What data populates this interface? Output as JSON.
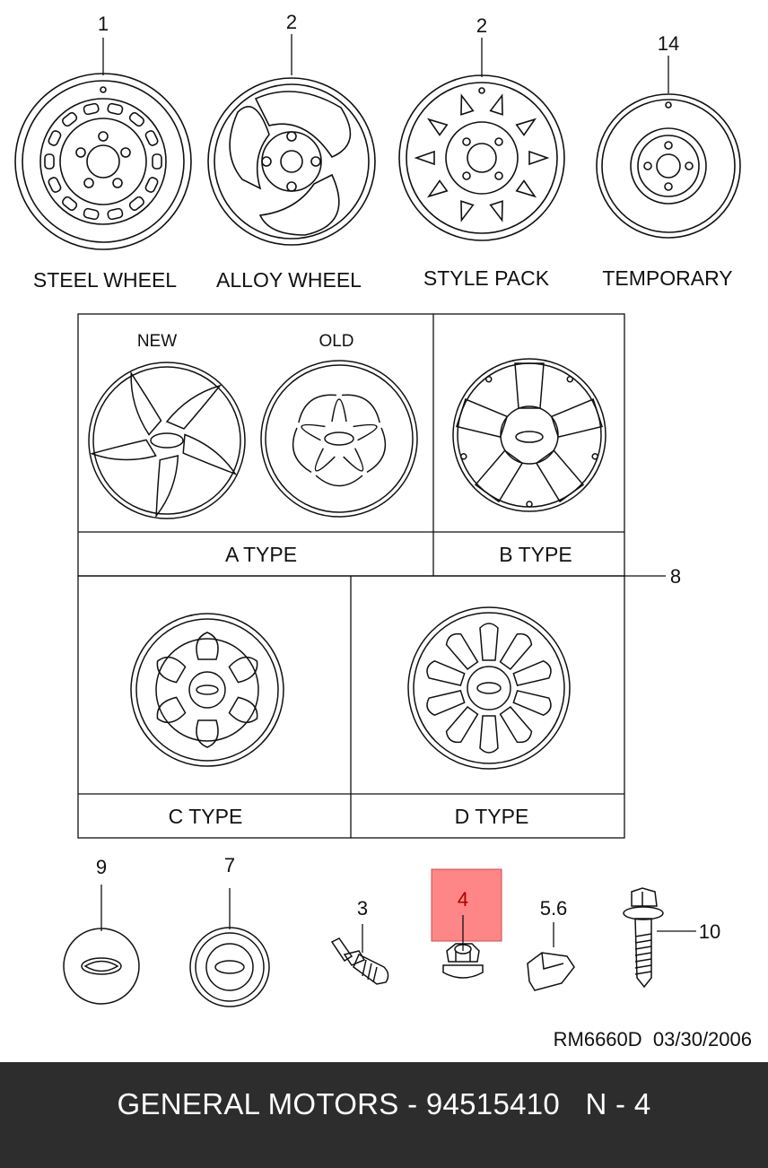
{
  "wheels": [
    {
      "num": "1",
      "caption": "STEEL WHEEL"
    },
    {
      "num": "2",
      "caption": "ALLOY WHEEL"
    },
    {
      "num": "2",
      "caption": "STYLE PACK"
    },
    {
      "num": "14",
      "caption": "TEMPORARY"
    }
  ],
  "covers": {
    "new_label": "NEW",
    "old_label": "OLD",
    "a_type": "A TYPE",
    "b_type": "B TYPE",
    "c_type": "C TYPE",
    "d_type": "D TYPE",
    "callout": "8"
  },
  "parts": {
    "p9": "9",
    "p7": "7",
    "p3": "3",
    "p4": "4",
    "p56": "5.6",
    "p10": "10"
  },
  "highlight_color": "#ff8080",
  "drawing_ref": "RM6660D  03/30/2006",
  "footer": "GENERAL MOTORS - 94515410   N - 4"
}
